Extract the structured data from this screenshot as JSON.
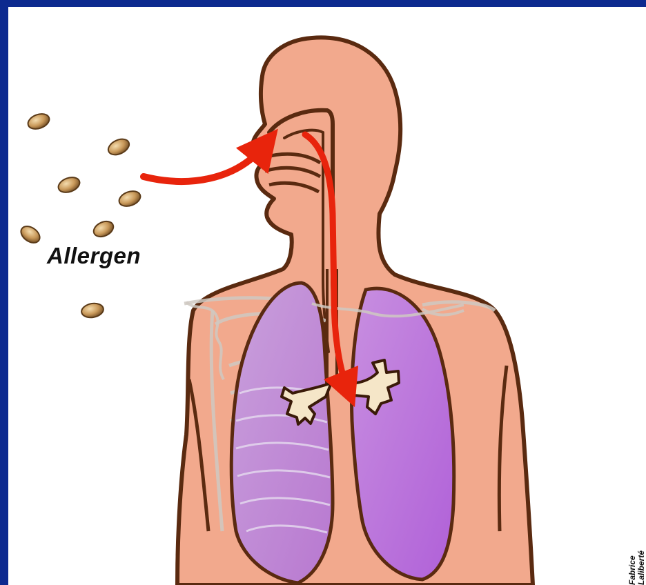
{
  "labels": {
    "allergen": "Allergen",
    "credit_first_name": "Fabrice",
    "credit_last_name": "Laliberté"
  },
  "colors": {
    "border": "#0d2a8f",
    "skin": "#f2a98d",
    "outline": "#5a2a10",
    "lung": "#c487d6",
    "arrow": "#e8240c",
    "pollen": "#c9995a"
  },
  "icons": [
    "pollen-grain",
    "airflow-arrow",
    "human-torso",
    "lungs",
    "bronchi"
  ]
}
